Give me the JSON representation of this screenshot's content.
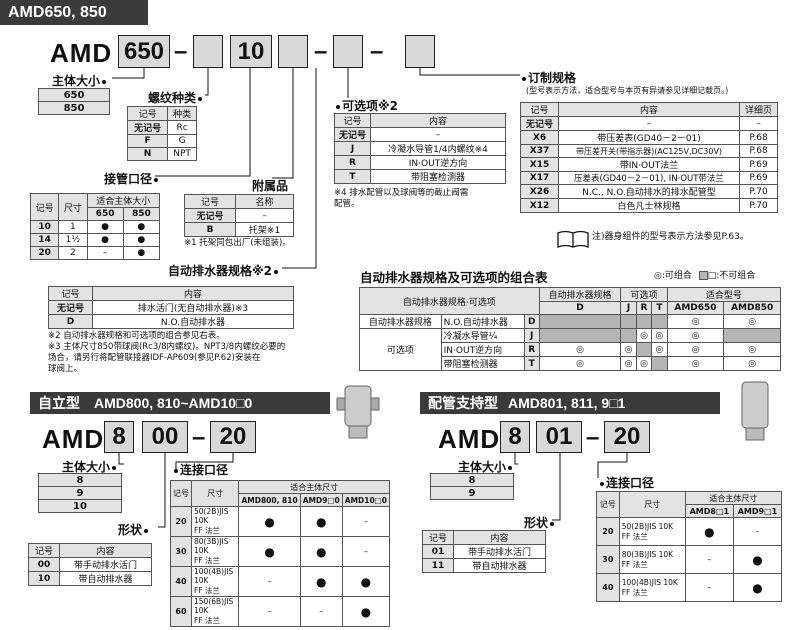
{
  "top": {
    "header": "AMD650, 850",
    "code": {
      "prefix": "AMD",
      "size": "650",
      "port": "10"
    },
    "body_size": {
      "title": "主体大小",
      "items": [
        "650",
        "850"
      ]
    },
    "thread": {
      "title": "螺纹种类",
      "head": [
        "记号",
        "种类"
      ],
      "rows": [
        [
          "无记号",
          "Rc"
        ],
        [
          "F",
          "G"
        ],
        [
          "N",
          "NPT"
        ]
      ]
    },
    "port": {
      "title": "接管口径",
      "head": [
        "记号",
        "尺寸",
        "适合主体大小"
      ],
      "sub": [
        "650",
        "850"
      ],
      "rows": [
        [
          "10",
          "1",
          "●",
          "●"
        ],
        [
          "14",
          "1½",
          "●",
          "●"
        ],
        [
          "20",
          "2",
          "–",
          "●"
        ]
      ]
    },
    "accessory": {
      "title": "附属品",
      "head": [
        "记号",
        "名称"
      ],
      "rows": [
        [
          "无记号",
          "–"
        ],
        [
          "B",
          "托架※1"
        ]
      ],
      "note": "※1 托架同包出厂(未组装)。"
    },
    "drain": {
      "title": "自动排水器规格※2",
      "head": [
        "记号",
        "内容"
      ],
      "rows": [
        [
          "无记号",
          "排水活门(无自动排水器)※3"
        ],
        [
          "D",
          "N.O.自动排水器"
        ]
      ],
      "notes": [
        "※2 自动排水器规格和可选项的组合参见右表。",
        "※3 主体尺寸850带球阀(Rc3/8内螺纹)。NPT3/8内螺纹必要的",
        "      场合，请另行将配管联接器IDF-AP609(参见P.62)安装在",
        "      球阀上。"
      ]
    },
    "option": {
      "title": "可选项※2",
      "head": [
        "记号",
        "内容"
      ],
      "rows": [
        [
          "无记号",
          "–"
        ],
        [
          "J",
          "冷凝水导管1/4内螺纹※4"
        ],
        [
          "R",
          "IN·OUT逆方向"
        ],
        [
          "T",
          "带阻塞检测器"
        ]
      ],
      "note": [
        "※4 排水配管以及球阀等的截止阀需",
        "    配管。"
      ]
    },
    "custom": {
      "title": "订制规格",
      "subtitle": "(型号表示方法，适合型号与本页有异请参见详细记载页。)",
      "head": [
        "记号",
        "内容",
        "详细页"
      ],
      "rows": [
        [
          "无记号",
          "–",
          "–"
        ],
        [
          "X6",
          "带压差表(GD40－2－01)",
          "P.68"
        ],
        [
          "X37",
          "带压差开关(带指示器)(AC125V,DC30V)",
          "P.68"
        ],
        [
          "X15",
          "带IN·OUT法兰",
          "P.69"
        ],
        [
          "X17",
          "压差表(GD40－2－01), IN·OUT带法兰",
          "P.69"
        ],
        [
          "X26",
          "N.C., N.O.自动排水的排水配管型",
          "P.70"
        ],
        [
          "X12",
          "白色凡士林规格",
          "P.70"
        ]
      ],
      "book_note": "注)器身组件的型号表示方法参见P.63。"
    },
    "combo": {
      "title": "自动排水器规格及可选项的组合表",
      "legend_ok": "◎:可组合",
      "legend_ng": "□:不可组合",
      "h1": "自动排水器规格·可选项",
      "h2": "自动排水器规格",
      "h3": "可选项",
      "h4": "适合型号",
      "cols": [
        "D",
        "J",
        "R",
        "T",
        "AMD650",
        "AMD850"
      ],
      "rows": [
        {
          "group": "自动排水器规格",
          "name": "N.O.自动排水器",
          "code": "D",
          "cells": [
            "",
            "",
            "",
            "",
            "◎",
            "◎"
          ]
        },
        {
          "group": "可选项",
          "name": "冷凝水导管¼",
          "code": "J",
          "cells": [
            "",
            "",
            "◎",
            "◎",
            "◎",
            ""
          ]
        },
        {
          "group": "",
          "name": "IN·OUT逆方向",
          "code": "R",
          "cells": [
            "◎",
            "◎",
            "",
            "◎",
            "◎",
            "◎"
          ]
        },
        {
          "group": "",
          "name": "带阻塞检测器",
          "code": "T",
          "cells": [
            "◎",
            "◎",
            "◎",
            "",
            "◎",
            "◎"
          ]
        }
      ]
    }
  },
  "left": {
    "header1": "自立型",
    "header2": "AMD800, 810~AMD10□0",
    "code": {
      "prefix": "AMD",
      "size": "8",
      "body": "00",
      "port": "20"
    },
    "body_size": {
      "title": "主体大小",
      "items": [
        "8",
        "9",
        "10"
      ]
    },
    "shape": {
      "title": "形状",
      "head": [
        "记号",
        "内容"
      ],
      "rows": [
        [
          "00",
          "带手动排水活门"
        ],
        [
          "10",
          "带自动排水器"
        ]
      ]
    },
    "port": {
      "title": "连接口径",
      "head": [
        "记号",
        "尺寸",
        "适合主体尺寸"
      ],
      "sub": [
        "AMD800, 810",
        "AMD9□0",
        "AMD10□0"
      ],
      "rows": [
        [
          "20",
          "50(2B)JIS 10K\nFF 法兰",
          "●",
          "●",
          "–"
        ],
        [
          "30",
          "80(3B)JIS 10K\nFF 法兰",
          "●",
          "●",
          "–"
        ],
        [
          "40",
          "100(4B)JIS 10K\nFF 法兰",
          "–",
          "●",
          "●"
        ],
        [
          "60",
          "150(6B)JIS 10K\nFF 法兰",
          "–",
          "–",
          "●"
        ]
      ]
    }
  },
  "right": {
    "header1": "配管支持型",
    "header2": "AMD801, 811, 9□1",
    "code": {
      "prefix": "AMD",
      "size": "8",
      "body": "01",
      "port": "20"
    },
    "body_size": {
      "title": "主体大小",
      "items": [
        "8",
        "9"
      ]
    },
    "shape": {
      "title": "形状",
      "head": [
        "记号",
        "内容"
      ],
      "rows": [
        [
          "01",
          "带手动排水活门"
        ],
        [
          "11",
          "带自动排水器"
        ]
      ]
    },
    "port": {
      "title": "连接口径",
      "head": [
        "记号",
        "尺寸",
        "适合主体尺寸"
      ],
      "sub": [
        "AMD8□1",
        "AMD9□1"
      ],
      "rows": [
        [
          "20",
          "50(2B)JIS 10K\nFF 法兰",
          "●",
          "–"
        ],
        [
          "30",
          "80(3B)JIS 10K\nFF 法兰",
          "–",
          "●"
        ],
        [
          "40",
          "100(4B)JIS 10K\nFF 法兰",
          "–",
          "●"
        ]
      ]
    }
  }
}
